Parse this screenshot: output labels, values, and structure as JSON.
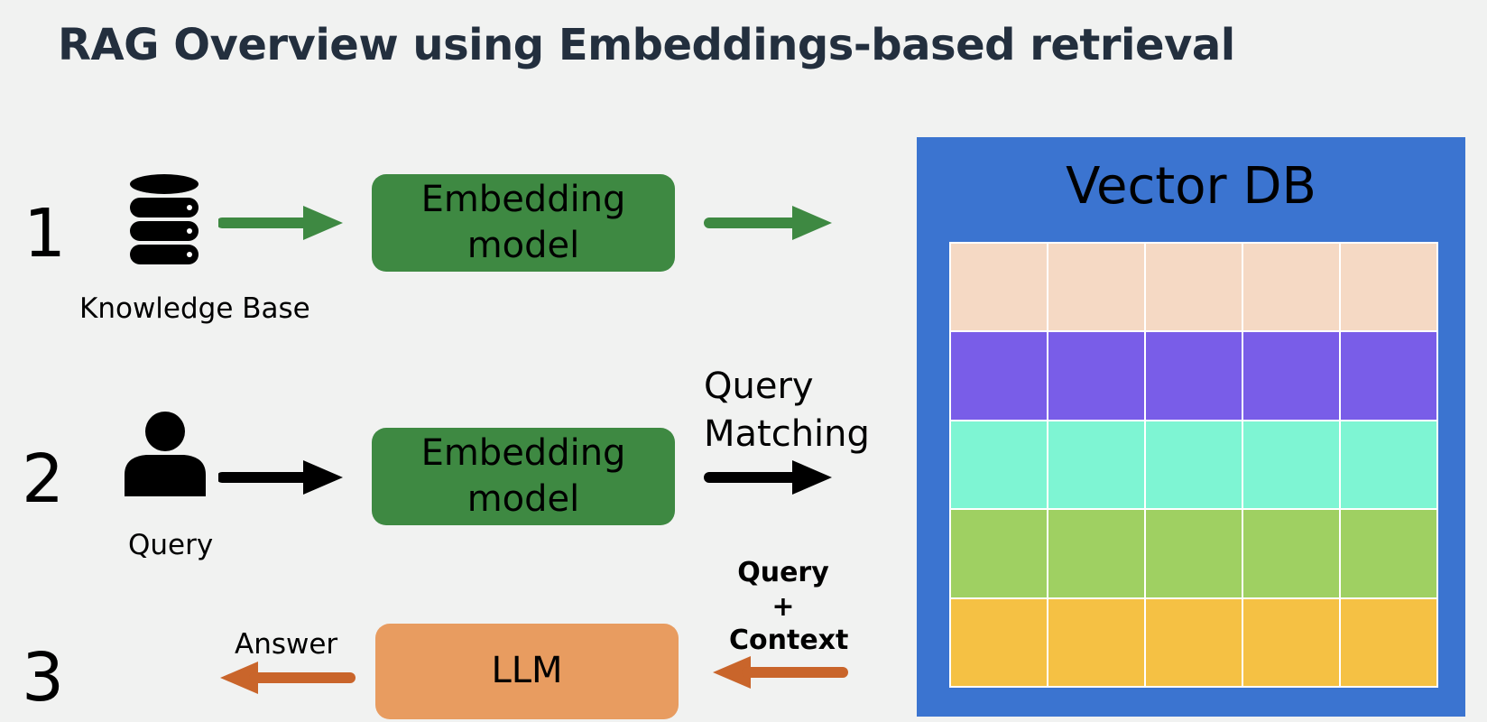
{
  "title": "RAG Overview using Embeddings-based retrieval",
  "steps": {
    "one": "1",
    "two": "2",
    "three": "3"
  },
  "knowledge_base": {
    "label": "Knowledge Base",
    "icon": "database-icon"
  },
  "query": {
    "label": "Query",
    "icon": "user-icon"
  },
  "embedding_model_1": {
    "line1": "Embedding",
    "line2": "model"
  },
  "embedding_model_2": {
    "line1": "Embedding",
    "line2": "model"
  },
  "query_matching": {
    "line1": "Query",
    "line2": "Matching"
  },
  "llm": {
    "label": "LLM"
  },
  "answer": {
    "label": "Answer"
  },
  "query_context": {
    "line1": "Query",
    "line2": "+",
    "line3": "Context"
  },
  "vector_db": {
    "title": "Vector DB",
    "row_colors": [
      "#f5d9c4",
      "#795de8",
      "#7ef5d3",
      "#9fd062",
      "#f5c144"
    ],
    "columns": 5
  },
  "colors": {
    "green_arrow": "#3e8942",
    "black_arrow": "#000000",
    "orange_arrow": "#c9652b",
    "box_green": "#3e8942",
    "box_orange": "#e89c60",
    "vector_db_bg": "#3b74d0",
    "title": "#232f3e"
  }
}
